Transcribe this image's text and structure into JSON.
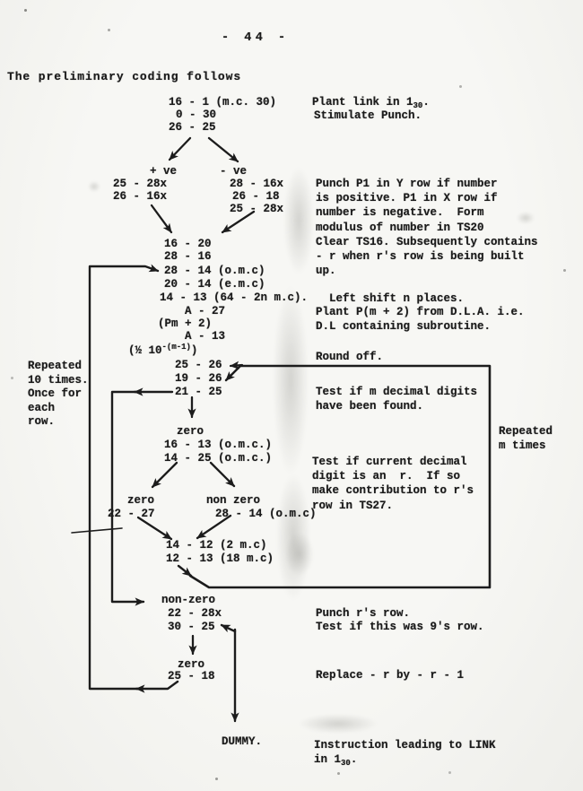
{
  "page": {
    "number": "- 44 -",
    "intro": "The preliminary coding follows"
  },
  "code": {
    "b1": [
      "16 - 1 (m.c. 30)",
      "0 - 30",
      "26 - 25"
    ],
    "plus_label": "+ ve",
    "minus_label": "- ve",
    "plus": [
      "25 - 28x",
      "26 - 16x"
    ],
    "minus": [
      "28 - 16x",
      "26 - 18",
      "25 - 28x"
    ],
    "b3": [
      "16 - 20",
      "28 - 16",
      "28 - 14 (o.m.c)",
      "20 - 14 (e.m.c)",
      "14 - 13 (64 - 2n m.c).",
      "A - 27",
      "(Pm + 2)",
      "A - 13"
    ],
    "frac": {
      "pre": "(½ 10",
      "sup": "-(m-1)",
      "post": ")"
    },
    "b4": [
      "25 - 26",
      "19 - 26",
      "21 - 25"
    ],
    "zero1": "zero",
    "b5": [
      "16 - 13 (o.m.c.)",
      "14 - 25 (o.m.c.)"
    ],
    "zero2": "zero",
    "nonzero2": "non zero",
    "zero2_line": "22 - 27",
    "nonzero2_line": "28 - 14 (o.m.c)",
    "b6": [
      "14 - 12 (2 m.c)",
      "12 - 13 (18 m.c)"
    ],
    "nonzero3": "non-zero",
    "b7": [
      "22 - 28x",
      "30 - 25"
    ],
    "zero3": "zero",
    "b8": "25 - 18",
    "dummy": "DUMMY."
  },
  "annotations": {
    "plant_link": {
      "pre": "Plant link in 1",
      "sub": "30",
      "post": "."
    },
    "stimulate": "Stimulate Punch.",
    "punch_p1": "Punch P1 in Y row if number\nis positive. P1 in X row if\nnumber is negative.  Form\nmodulus of number in TS20\nClear TS16. Subsequently contains\n- r when r's row is being built\nup.",
    "left_shift": "Left shift n places.",
    "plant_p": "Plant P(m + 2) from D.L.A. i.e.\nD.L containing subroutine.",
    "round_off": "Round off.",
    "test_m": "Test if m decimal digits\nhave been found.",
    "test_digit": "Test if current decimal\ndigit is an  r.  If so\nmake contribution to r's\nrow in TS27.",
    "punch_row": "Punch r's row.\nTest if this was 9's row.",
    "replace": "Replace - r by - r - 1",
    "link": {
      "line1": "Instruction leading to LINK",
      "line2_pre": "in 1",
      "sub": "30",
      "post": "."
    }
  },
  "side_notes": {
    "left": "Repeated\n10 times.\nOnce for\neach\nrow.",
    "right": "Repeated\nm times"
  },
  "colors": {
    "ink": "#1c1c1c",
    "paper": "#f6f6f3"
  }
}
